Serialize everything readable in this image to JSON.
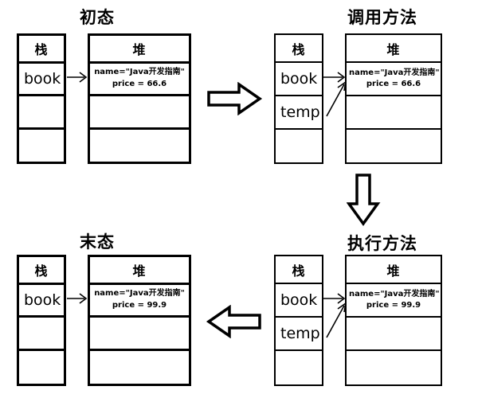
{
  "diagram": {
    "title_font_color": "#000000",
    "line_color": "#000000",
    "background": "#ffffff",
    "labels": {
      "stack_header": "栈",
      "heap_header": "堆",
      "empty": ""
    },
    "panels": [
      {
        "id": "initial-state",
        "title": "初态",
        "stack": {
          "header": "栈",
          "slots": [
            "book",
            "",
            ""
          ]
        },
        "heap": {
          "header": "堆",
          "slots": [
            {
              "name_line": "name=\"Java开发指南\"",
              "price_line": "price = 66.6"
            },
            {
              "name_line": "",
              "price_line": ""
            },
            {
              "name_line": "",
              "price_line": ""
            }
          ]
        },
        "pointers": [
          {
            "from": "book",
            "to": "heap-object-0",
            "kind": "horizontal"
          }
        ]
      },
      {
        "id": "call-method",
        "title": "调用方法",
        "stack": {
          "header": "栈",
          "slots": [
            "book",
            "temp",
            ""
          ]
        },
        "heap": {
          "header": "堆",
          "slots": [
            {
              "name_line": "name=\"Java开发指南\"",
              "price_line": "price = 66.6"
            },
            {
              "name_line": "",
              "price_line": ""
            },
            {
              "name_line": "",
              "price_line": ""
            }
          ]
        },
        "pointers": [
          {
            "from": "book",
            "to": "heap-object-0",
            "kind": "horizontal"
          },
          {
            "from": "temp",
            "to": "heap-object-0",
            "kind": "diagonal"
          }
        ]
      },
      {
        "id": "execute-method",
        "title": "执行方法",
        "stack": {
          "header": "栈",
          "slots": [
            "book",
            "temp",
            ""
          ]
        },
        "heap": {
          "header": "堆",
          "slots": [
            {
              "name_line": "name=\"Java开发指南\"",
              "price_line": "price = 99.9"
            },
            {
              "name_line": "",
              "price_line": ""
            },
            {
              "name_line": "",
              "price_line": ""
            }
          ]
        },
        "pointers": [
          {
            "from": "book",
            "to": "heap-object-0",
            "kind": "horizontal"
          },
          {
            "from": "temp",
            "to": "heap-object-0",
            "kind": "diagonal"
          }
        ]
      },
      {
        "id": "final-state",
        "title": "末态",
        "stack": {
          "header": "栈",
          "slots": [
            "book",
            "",
            ""
          ]
        },
        "heap": {
          "header": "堆",
          "slots": [
            {
              "name_line": "name=\"Java开发指南\"",
              "price_line": "price = 99.9"
            },
            {
              "name_line": "",
              "price_line": ""
            },
            {
              "name_line": "",
              "price_line": ""
            }
          ]
        },
        "pointers": [
          {
            "from": "book",
            "to": "heap-object-0",
            "kind": "horizontal"
          }
        ]
      }
    ],
    "flow_arrows": [
      {
        "id": "arrow-initial-to-call",
        "direction": "right"
      },
      {
        "id": "arrow-call-to-execute",
        "direction": "down"
      },
      {
        "id": "arrow-execute-to-final",
        "direction": "left"
      }
    ]
  }
}
